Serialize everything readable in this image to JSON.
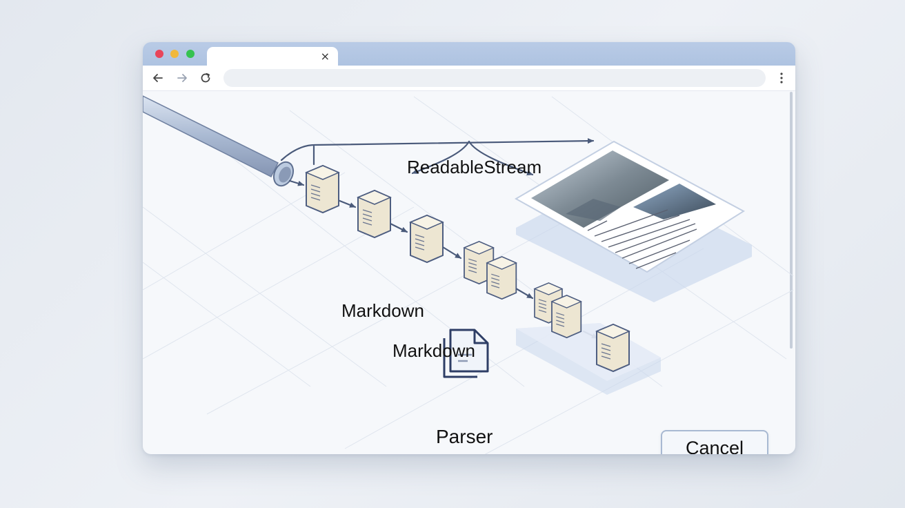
{
  "browser": {
    "tab_close_glyph": "×",
    "traffic_lights": [
      "#e8455a",
      "#f1b83a",
      "#35c24f"
    ]
  },
  "diagram": {
    "readable_stream_label": "ReadableStream",
    "markdown_label_1": "Markdown",
    "markdown_label_2": "Markdown",
    "parser_label": "Parser",
    "icons": [
      "pipe-icon",
      "document-chunk-icon",
      "parser-document-icon",
      "rendered-page-icon"
    ]
  },
  "actions": {
    "cancel_label": "Cancel"
  },
  "colors": {
    "arrow": "#4a5a7a",
    "chunk_fill": "#ede6d2",
    "chunk_stroke": "#4d5d80",
    "accent": "#aec3e1"
  }
}
